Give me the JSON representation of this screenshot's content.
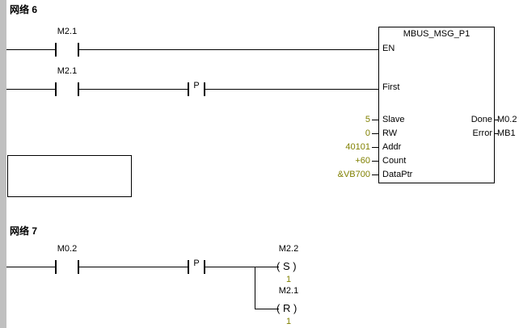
{
  "networks": [
    {
      "label": "网络 6",
      "rung1": {
        "contact": "M2.1"
      },
      "rung2": {
        "contact": "M2.1",
        "edge": "P"
      },
      "block": {
        "title": "MBUS_MSG_P1",
        "pin_en": "EN",
        "pin_first": "First",
        "params": [
          {
            "name": "Slave",
            "value": "5"
          },
          {
            "name": "RW",
            "value": "0"
          },
          {
            "name": "Addr",
            "value": "40101"
          },
          {
            "name": "Count",
            "value": "+60"
          },
          {
            "name": "DataPtr",
            "value": "&VB700"
          }
        ],
        "outputs": [
          {
            "name": "Done",
            "value": "M0.2"
          },
          {
            "name": "Error",
            "value": "MB1"
          }
        ]
      }
    },
    {
      "label": "网络 7",
      "rung": {
        "contact": "M0.2",
        "edge": "P"
      },
      "coils": [
        {
          "address": "M2.2",
          "symbol": "( S )",
          "operand": "1"
        },
        {
          "address": "M2.1",
          "symbol": "( R )",
          "operand": "1"
        }
      ]
    }
  ],
  "colors": {
    "value_text": "#808000",
    "line": "#000000",
    "gutter": "#c0c0c0"
  }
}
